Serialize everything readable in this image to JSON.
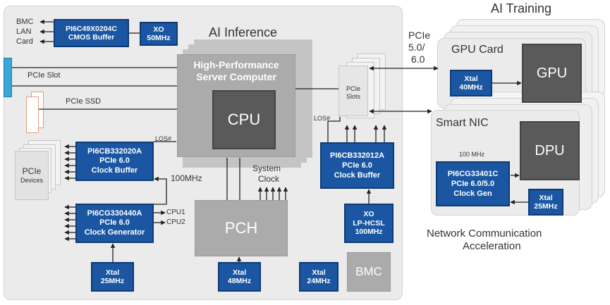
{
  "titles": {
    "ai_inference": "AI Inference",
    "ai_training": "AI Training",
    "gpu_card": "GPU Card",
    "smart_nic": "Smart NIC",
    "network_line1": "Network Communication",
    "network_line2": "Acceleration",
    "pcie_link_line1": "PCIe",
    "pcie_link_line2": "5.0/",
    "pcie_link_line3": "6.0"
  },
  "left_labels": {
    "bmc": "BMC",
    "lan": "LAN",
    "card": "Card",
    "pcie_slot": "PCIe Slot",
    "pcie_ssd": "PCIe SSD",
    "pcie_devices_line1": "PCIe",
    "pcie_devices_line2": "Devices"
  },
  "server": {
    "title_line1": "High-Performance",
    "title_line2": "Server Computer",
    "cpu": "CPU"
  },
  "chips": {
    "cmos_buffer": {
      "line1": "PI6C49X0204C",
      "line2": "CMOS Buffer"
    },
    "xo_50": {
      "line1": "XO",
      "line2": "50MHz"
    },
    "clock_buffer_left": {
      "line1": "PI6CB332020A",
      "line2": "PCIe 6.0",
      "line3": "Clock Buffer"
    },
    "clock_gen_left": {
      "line1": "PI6CG330440A",
      "line2": "PCIe 6.0",
      "line3": "Clock Generator"
    },
    "clock_buffer_right": {
      "line1": "PI6CB332012A",
      "line2": "PCIe 6.0",
      "line3": "Clock Buffer"
    },
    "xo_hcsl": {
      "line1": "XO",
      "line2": "LP-HCSL",
      "line3": "100MHz"
    },
    "xtal_25_left": {
      "line1": "Xtal",
      "line2": "25MHz"
    },
    "xtal_48": {
      "line1": "Xtal",
      "line2": "48MHz"
    },
    "xtal_24": {
      "line1": "Xtal",
      "line2": "24MHz"
    },
    "xtal_gpu": {
      "line1": "Xtal",
      "line2": "40MHz"
    },
    "clock_gen_nic": {
      "line1": "PI6CG33401C",
      "line2": "PCIe 6.0/5.0",
      "line3": "Clock Gen"
    },
    "xtal_nic": {
      "line1": "Xtal",
      "line2": "25MHz"
    }
  },
  "misc": {
    "los_left": "LOS#",
    "los_right": "LOS#",
    "freq_100_left": "100MHz",
    "cpu1": "CPU1",
    "cpu2": "CPU2",
    "system_clock_line1": "System",
    "system_clock_line2": "Clock",
    "pcie_slots_line1": "PCIe",
    "pcie_slots_line2": "Slots",
    "pch": "PCH",
    "bmc_block": "BMC",
    "gpu": "GPU",
    "dpu": "DPU",
    "nic_100mhz": "100 MHz"
  },
  "colors": {
    "chip_blue": "#1a56a2",
    "region_gray": "#ebebeb",
    "block_dark": "#5a5a5a",
    "slot_cyan": "#3aa7d8",
    "ssd_orange": "#e69a7a"
  }
}
